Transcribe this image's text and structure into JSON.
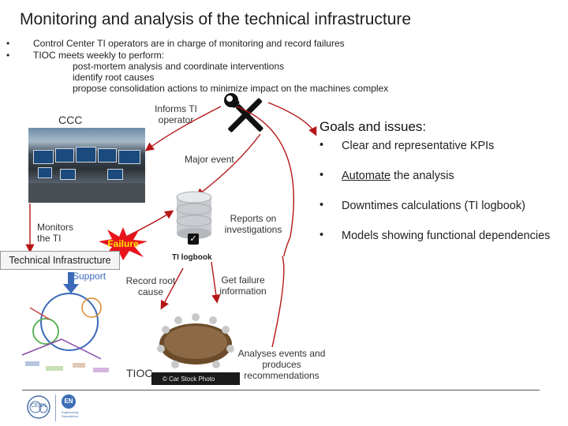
{
  "title": "Monitoring and analysis of the technical infrastructure",
  "bullets": [
    "Control Center TI operators are in charge of monitoring and record failures",
    "TIOC meets weekly to perform:"
  ],
  "sub_bullets": [
    "post-mortem analysis and coordinate interventions",
    "identify root causes",
    "propose consolidation actions to minimize impact on the machines complex"
  ],
  "bullet_char": "•",
  "diagram": {
    "ccc": "CCC",
    "informs": "Informs TI operator",
    "major_event": "Major event",
    "monitors": "Monitors the TI",
    "failure": "Failure",
    "technical_infrastructure": "Technical Infrastructure",
    "support": "Support",
    "reports": "Reports on investigations",
    "ti_logbook": "TI logbook",
    "record_root_cause": "Record root cause",
    "get_failure_info": "Get failure information",
    "analyses": "Analyses events and produces recommendations",
    "tioc": "TIOC",
    "photo_credit": "© Car Stock Photo"
  },
  "goals": {
    "title": "Goals and issues:",
    "items": [
      {
        "prefix": "",
        "underlined": "",
        "text": "Clear and representative KPIs"
      },
      {
        "prefix": "",
        "underlined": "Automate",
        "text": " the analysis"
      },
      {
        "prefix": "",
        "underlined": "",
        "text": "Downtimes calculations (TI logbook)"
      },
      {
        "prefix": "",
        "underlined": "",
        "text": "Models showing functional dependencies"
      }
    ]
  },
  "footer": {
    "logo1": "CERN",
    "logo2": "EN",
    "logo2_sub": "Engineering Department"
  },
  "colors": {
    "arrow_red": "#b51717",
    "failure_star": "#e8141b",
    "failure_text": "#ffe600",
    "support_arrow": "#3a6ab8"
  }
}
